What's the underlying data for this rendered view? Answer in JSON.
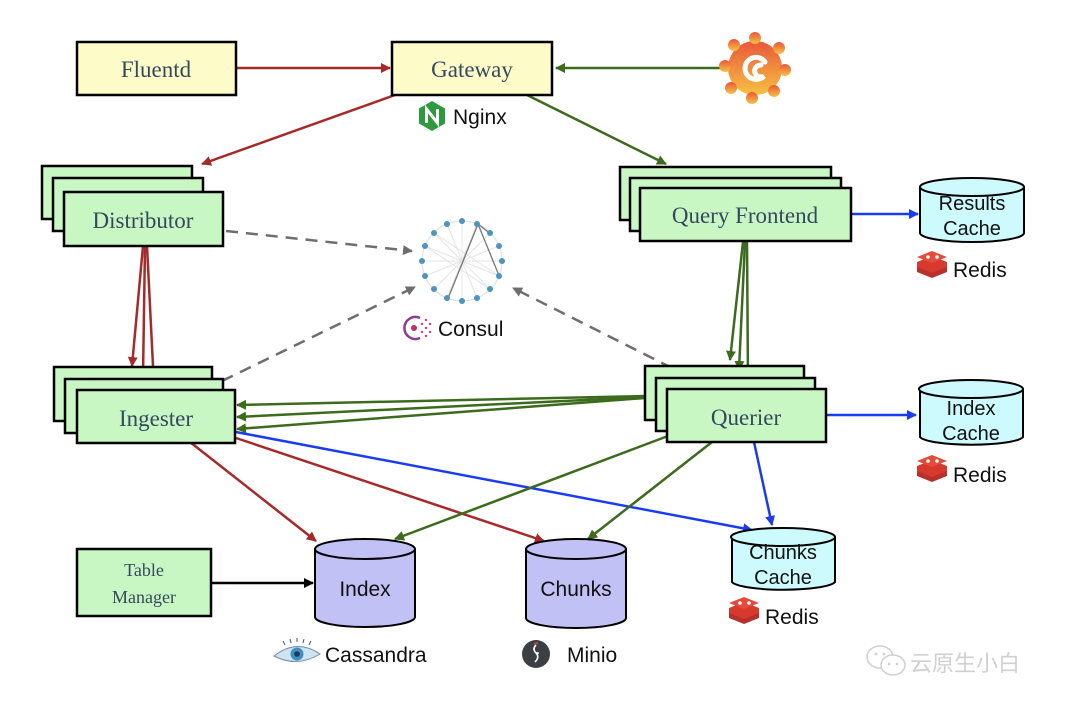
{
  "title": "Loki architecture diagram",
  "colors": {
    "write_path": "#a52a2a",
    "read_path": "#3d6b1e",
    "cache_path": "#1a3cf0",
    "membership": "#808080",
    "yellow_box": "#fdfbc8",
    "green_box": "#c9f7c3",
    "store_db": "#c1c1f5",
    "cache_db": "#cdfafd"
  },
  "nodes": {
    "fluentd": "Fluentd",
    "gateway": "Gateway",
    "nginx": "Nginx",
    "distributor": "Distributor",
    "query_frontend": "Query Frontend",
    "results_cache": [
      "Results",
      "Cache"
    ],
    "results_cache_backend": "Redis",
    "consul": "Consul",
    "ingester": "Ingester",
    "querier": "Querier",
    "index_cache": [
      "Index",
      "Cache"
    ],
    "index_cache_backend": "Redis",
    "table_manager": [
      "Table",
      "Manager"
    ],
    "index_store": "Index",
    "index_store_backend": "Cassandra",
    "chunks_store": "Chunks",
    "chunks_store_backend": "Minio",
    "chunks_cache": [
      "Chunks",
      "Cache"
    ],
    "chunks_cache_backend": "Redis"
  },
  "icons": {
    "grafana": "grafana-logo-icon",
    "nginx": "nginx-logo-icon",
    "consul": "consul-logo-icon",
    "redis": "redis-logo-icon",
    "cassandra": "cassandra-eye-icon",
    "minio": "minio-logo-icon",
    "wechat": "wechat-icon"
  },
  "watermark": "云原生小白"
}
